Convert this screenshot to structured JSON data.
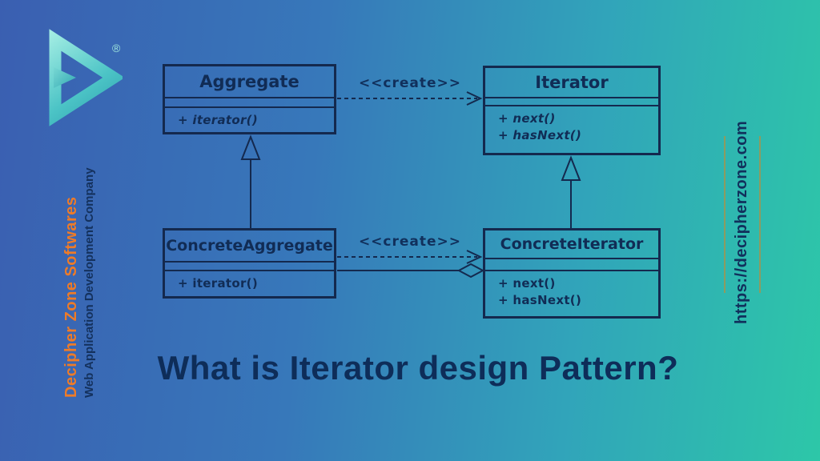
{
  "brand": {
    "name": "Decipher Zone Softwares",
    "tagline": "Web Application Development Company",
    "registered_mark": "®"
  },
  "website": {
    "url": "https://decipherzone.com"
  },
  "title": {
    "text": "What is Iterator design Pattern?"
  },
  "diagram": {
    "classes": [
      {
        "id": "aggregate",
        "name": "Aggregate",
        "abstract": true,
        "methods": [
          "+ iterator()"
        ]
      },
      {
        "id": "iterator",
        "name": "Iterator",
        "abstract": true,
        "methods": [
          "+ next()",
          "+ hasNext()"
        ]
      },
      {
        "id": "concrete-aggregate",
        "name": "ConcreteAggregate",
        "abstract": false,
        "methods": [
          "+ iterator()"
        ]
      },
      {
        "id": "concrete-iterator",
        "name": "ConcreteIterator",
        "abstract": false,
        "methods": [
          "+ next()",
          "+ hasNext()"
        ]
      }
    ],
    "relations": [
      {
        "type": "create-dependency",
        "label": "<<create>>",
        "from": "Aggregate",
        "to": "Iterator"
      },
      {
        "type": "create-dependency",
        "label": "<<create>>",
        "from": "ConcreteAggregate",
        "to": "ConcreteIterator"
      },
      {
        "type": "generalization",
        "from": "ConcreteAggregate",
        "to": "Aggregate"
      },
      {
        "type": "generalization",
        "from": "ConcreteIterator",
        "to": "Iterator"
      },
      {
        "type": "aggregation",
        "from": "ConcreteAggregate",
        "to": "ConcreteIterator"
      }
    ]
  },
  "colors": {
    "background_left": "#3a5fb1",
    "background_right": "#2dc7a8",
    "diagram_navy": "#14294e",
    "brand_orange": "#ee7b28",
    "olive_line": "#8e9b60",
    "logo_teal_light": "#aef2e7",
    "logo_teal_dark": "#2497a9"
  }
}
